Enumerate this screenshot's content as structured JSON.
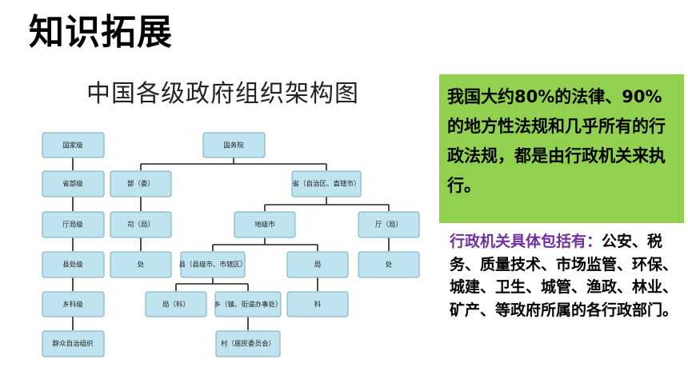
{
  "page": {
    "title": "知识拓展"
  },
  "diagram": {
    "title": "中国各级政府组织架构图",
    "levels": [
      "国家级",
      "省部级",
      "厅局级",
      "县处级",
      "乡科级",
      "群众自治组织"
    ],
    "nodes": {
      "guowuyuan": "国务院",
      "bu": "部（委）",
      "sheng": "省（自治区、直辖市）",
      "si": "司（局）",
      "dijishi": "地级市",
      "ting": "厅（局）",
      "chu_a": "处",
      "xian": "县（县级市、市辖区）",
      "ju_a": "局",
      "chu_b": "处",
      "ju_ke": "局（科）",
      "xiang": "乡（镇、街道办事处）",
      "ke": "科",
      "cun": "村（居民委员会）"
    },
    "colors": {
      "node_fill": "#bfe4f0",
      "node_stroke": "#7aa9b8",
      "line": "#222222"
    }
  },
  "callout": {
    "text": "我国大约80%的法律、90%的地方性法规和几乎所有的行政法规，都是由行政机关来执行。",
    "bg_color": "#92d050"
  },
  "agencies": {
    "lead": "行政机关具体包括有：",
    "text": "公安、税务、质量技术、市场监管、环保、城建、卫生、城管、渔政、林业、矿产、等政府所属的各行政部门。",
    "lead_color": "#7030a0"
  }
}
